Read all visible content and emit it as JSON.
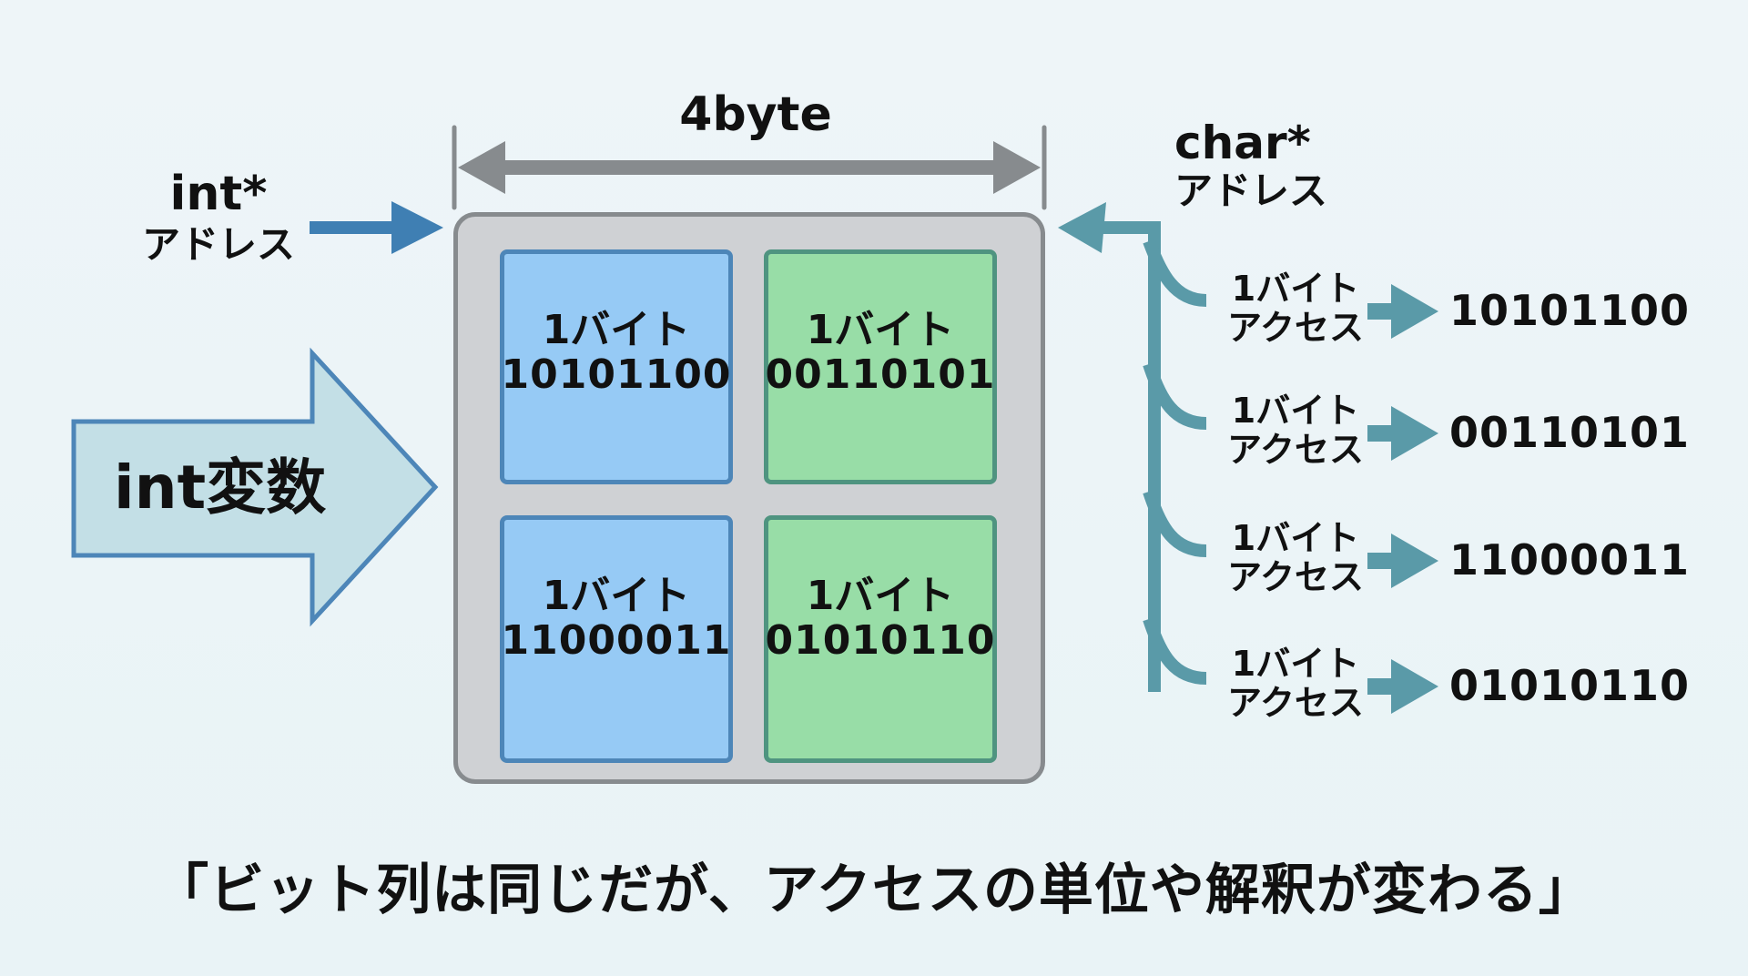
{
  "diagram": {
    "size_label": "4byte",
    "int_pointer": {
      "type": "int*",
      "label": "アドレス"
    },
    "char_pointer": {
      "type": "char*",
      "label": "アドレス"
    },
    "int_variable_label": "int変数",
    "memory_cells": [
      {
        "label": "1バイト",
        "bits": "10101100",
        "color": "blue"
      },
      {
        "label": "1バイト",
        "bits": "00110101",
        "color": "green"
      },
      {
        "label": "1バイト",
        "bits": "11000011",
        "color": "blue"
      },
      {
        "label": "1バイト",
        "bits": "01010110",
        "color": "green"
      }
    ],
    "byte_accesses": [
      {
        "line1": "1バイト",
        "line2": "アクセス",
        "result": "10101100"
      },
      {
        "line1": "1バイト",
        "line2": "アクセス",
        "result": "00110101"
      },
      {
        "line1": "1バイト",
        "line2": "アクセス",
        "result": "11000011"
      },
      {
        "line1": "1バイト",
        "line2": "アクセス",
        "result": "01010110"
      }
    ],
    "caption": "「ビット列は同じだが、アクセスの単位や解釈が変わる」"
  },
  "colors": {
    "background": "#eef5f8",
    "int_pointer_arrow": "#3f7fb3",
    "char_pointer_arrow": "#5a9aa8",
    "dimension_arrow": "#878b8e",
    "memory_block": "#cfd1d4",
    "cell_blue": "#96caf5",
    "cell_green": "#98dda7",
    "int_variable_arrow_fill": "#c3dfe6",
    "int_variable_arrow_stroke": "#4d86b8"
  }
}
